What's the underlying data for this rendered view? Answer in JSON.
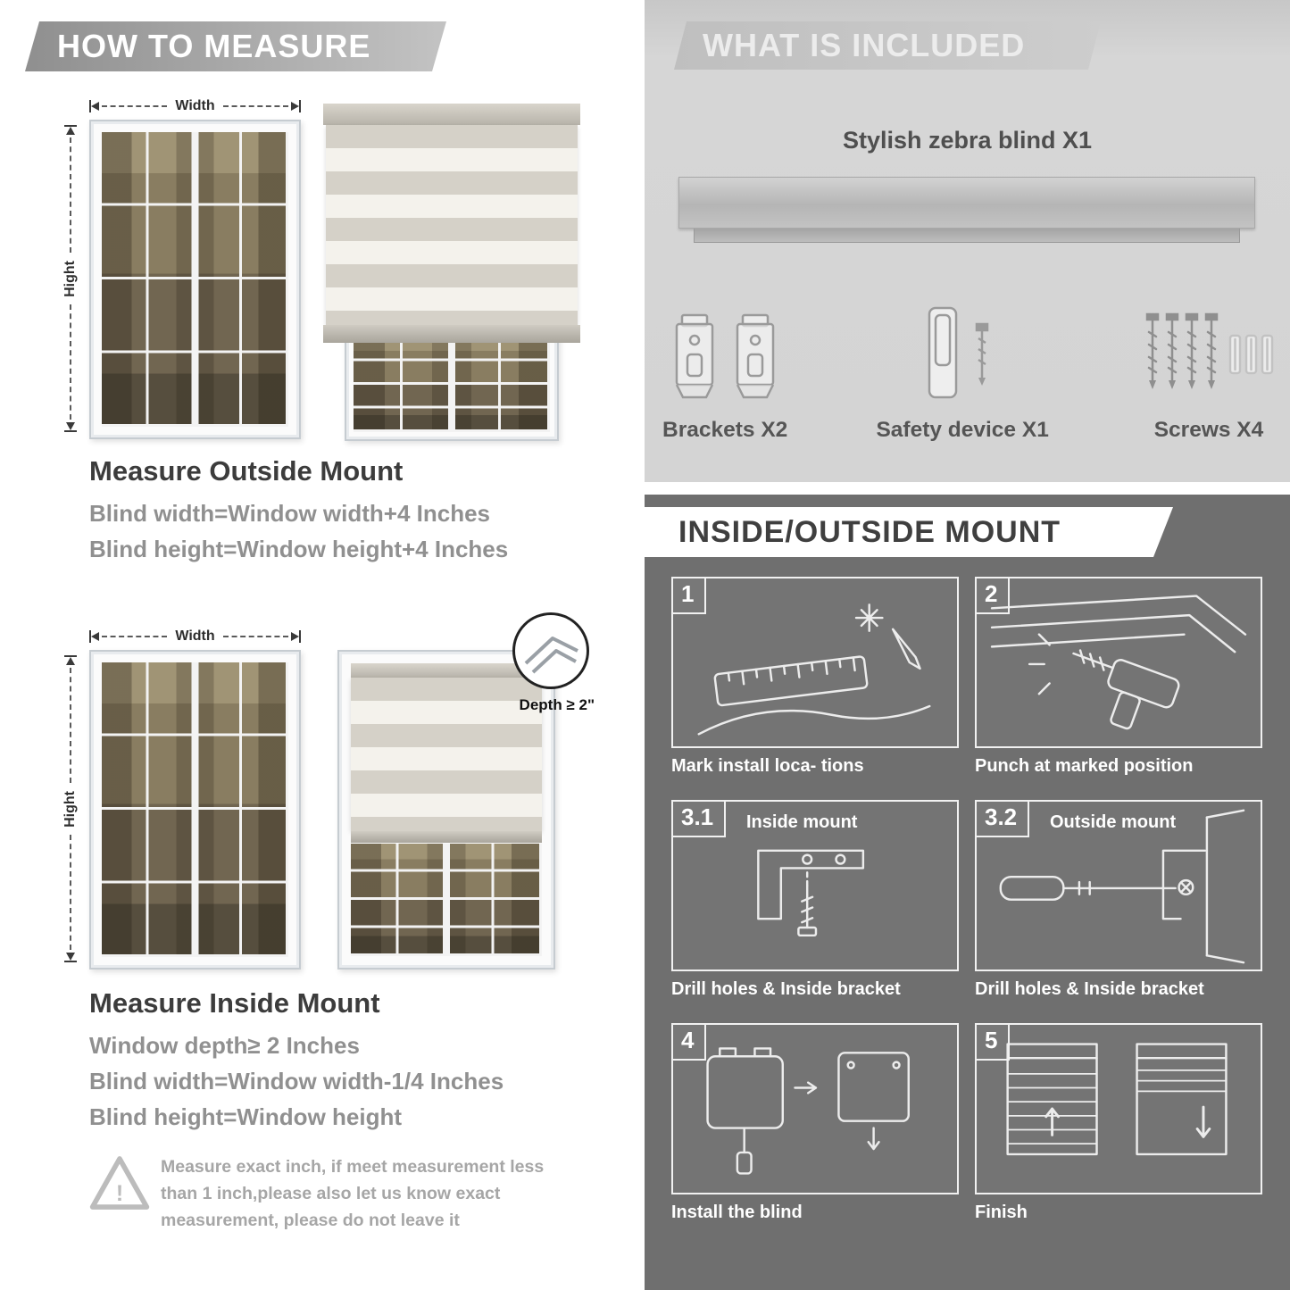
{
  "colors": {
    "panel-light": "#d6d6d6",
    "panel-dark": "#6f6f6f",
    "ribbon-gray": "#8f8f8f",
    "title-dark": "#3c3c3c",
    "text-gray": "#909090"
  },
  "left": {
    "header": "HOW TO MEASURE",
    "outside": {
      "width_label": "Width",
      "height_label": "Hight",
      "title": "Measure Outside Mount",
      "line1": "Blind width=Window width+4 Inches",
      "line2": "Blind height=Window height+4 Inches"
    },
    "inside": {
      "width_label": "Width",
      "height_label": "Hight",
      "depth_label": "Depth ≥ 2\"",
      "title": "Measure Inside Mount",
      "line1": "Window depth≥ 2 Inches",
      "line2": "Blind width=Window width-1/4 Inches",
      "line3": "Blind height=Window height"
    },
    "warning": {
      "icon": "!",
      "text": "Measure exact inch, if meet measurement less than 1 inch,please also let us know exact measurement, please do not leave it"
    }
  },
  "right": {
    "included": {
      "header": "WHAT IS INCLUDED",
      "blind_label": "Stylish zebra blind X1",
      "items": [
        {
          "label": "Brackets X2"
        },
        {
          "label": "Safety device X1"
        },
        {
          "label": "Screws X4"
        }
      ]
    },
    "mount": {
      "header": "INSIDE/OUTSIDE MOUNT",
      "steps": [
        {
          "num": "1",
          "caption": "Mark install loca- tions"
        },
        {
          "num": "2",
          "caption": "Punch at  marked position"
        },
        {
          "num": "3.1",
          "label": "Inside mount",
          "caption": "Drill holes &  Inside bracket"
        },
        {
          "num": "3.2",
          "label": "Outside mount",
          "caption": "Drill holes &  Inside bracket"
        },
        {
          "num": "4",
          "caption": "Install the blind"
        },
        {
          "num": "5",
          "caption": "Finish"
        }
      ]
    }
  }
}
